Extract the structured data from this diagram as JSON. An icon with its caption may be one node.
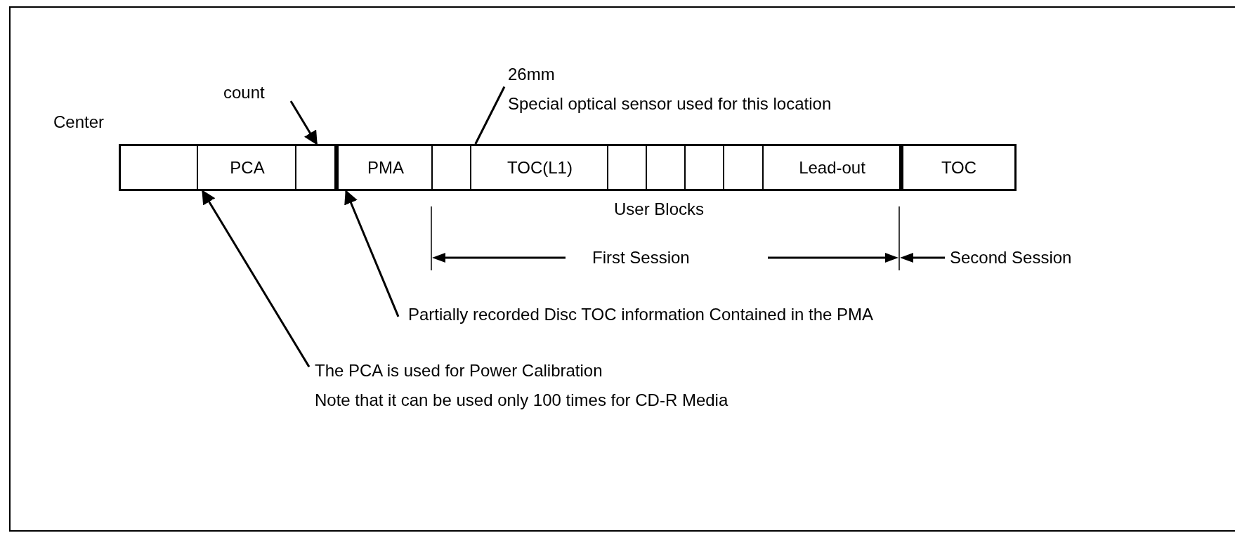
{
  "diagram": {
    "nodes": [
      {
        "text": [],
        "shape": "box"
      },
      {
        "text": [
          "PCA"
        ]
      },
      {
        "text": [],
        "shape": "box"
      },
      {
        "text": [
          "PMA"
        ]
      },
      {
        "text": [],
        "shape": "box"
      },
      {
        "text": [
          "TOC(L1)"
        ]
      },
      {
        "text": [],
        "shape": "box"
      },
      {
        "text": [],
        "shape": "box"
      },
      {
        "text": [],
        "shape": "box"
      },
      {
        "text": [],
        "shape": "box"
      },
      {
        "text": [
          "Lead-out"
        ]
      },
      {
        "text": [
          "TOC"
        ]
      },
      {
        "text": [
          "count"
        ]
      },
      {
        "text": [
          "26mm",
          "Special optical sensor used for this location"
        ]
      },
      {
        "text": [
          "Partially recorded Disc TOC information Contained in the PMA"
        ]
      },
      {
        "text": [
          "The PCA is used for Power Calibration",
          "Note that it can be used only 100 times for CD-R Media"
        ]
      }
    ],
    "edges": [
      {
        "from": 12,
        "to": 2,
        "arrow": "to"
      },
      {
        "from": 13,
        "to": 5,
        "arrow": "none"
      },
      {
        "from": 14,
        "to": 3,
        "arrow": "to"
      },
      {
        "from": 15,
        "to": 1,
        "arrow": "to"
      }
    ],
    "labels": [
      "Center",
      "User Blocks",
      "First Session",
      "Second Session"
    ]
  }
}
